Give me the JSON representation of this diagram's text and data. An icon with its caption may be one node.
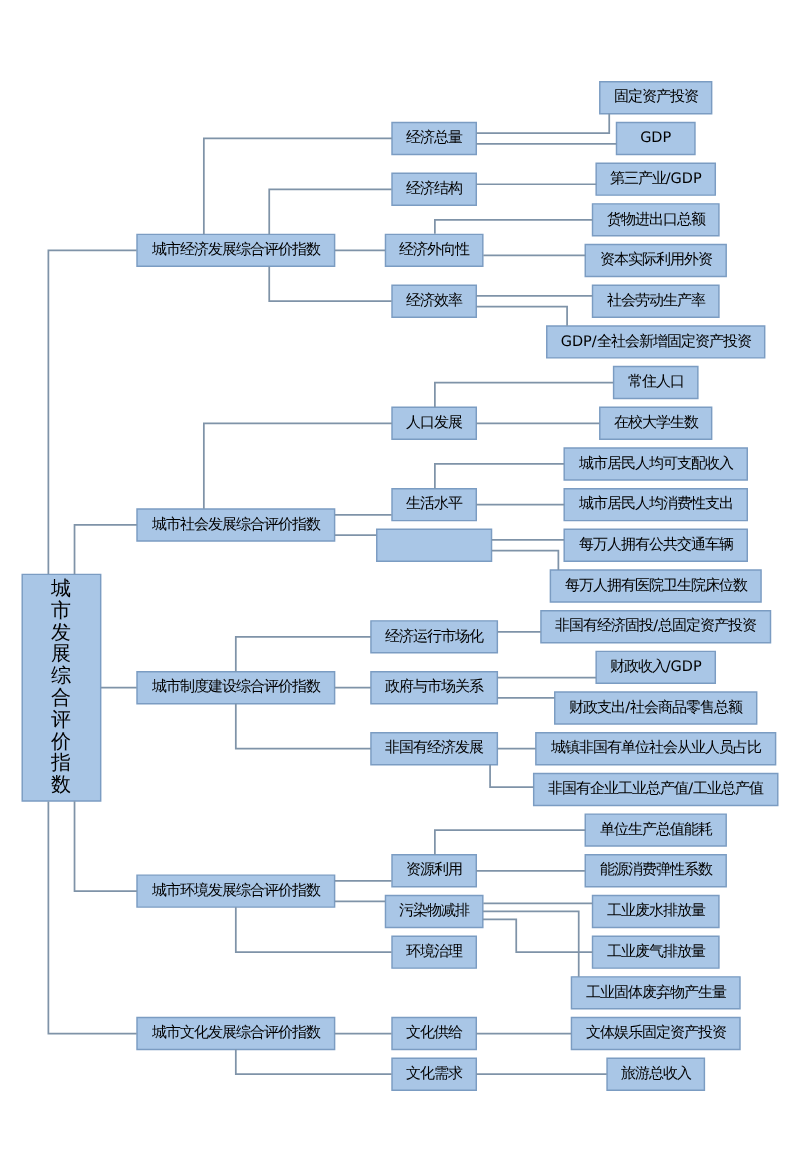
{
  "diagram": {
    "nodes": [
      {
        "text": [
          "城市发展综合评价指数"
        ]
      },
      {
        "text": [
          "城市经济发展综合评价指数"
        ]
      },
      {
        "text": [
          "经济总量"
        ]
      },
      {
        "text": [
          "固定资产投资"
        ]
      },
      {
        "text": [
          "GDP"
        ]
      },
      {
        "text": [
          "经济结构"
        ]
      },
      {
        "text": [
          "第三产业/GDP"
        ]
      },
      {
        "text": [
          "经济外向性"
        ]
      },
      {
        "text": [
          "货物进出口总额"
        ]
      },
      {
        "text": [
          "资本实际利用外资"
        ]
      },
      {
        "text": [
          "经济效率"
        ]
      },
      {
        "text": [
          "社会劳动生产率"
        ]
      },
      {
        "text": [
          "GDP/全社会新增固定资产投资"
        ]
      },
      {
        "text": [
          "城市社会发展综合评价指数"
        ]
      },
      {
        "text": [
          "人口发展"
        ]
      },
      {
        "text": [
          "常住人口"
        ]
      },
      {
        "text": [
          "在校大学生数"
        ]
      },
      {
        "text": [
          "生活水平"
        ]
      },
      {
        "text": [
          "城市居民人均可支配收入"
        ]
      },
      {
        "text": [
          "城市居民人均消费性支出"
        ]
      },
      {
        "text": [],
        "shape": "box"
      },
      {
        "text": [
          "每万人拥有公共交通车辆"
        ]
      },
      {
        "text": [
          "每万人拥有医院卫生院床位数"
        ]
      },
      {
        "text": [
          "城市制度建设综合评价指数"
        ]
      },
      {
        "text": [
          "经济运行市场化"
        ]
      },
      {
        "text": [
          "非国有经济固投/总固定资产投资"
        ]
      },
      {
        "text": [
          "政府与市场关系"
        ]
      },
      {
        "text": [
          "财政收入/GDP"
        ]
      },
      {
        "text": [
          "财政支出/社会商品零售总额"
        ]
      },
      {
        "text": [
          "非国有经济发展"
        ]
      },
      {
        "text": [
          "城镇非国有单位社会从业人员占比"
        ]
      },
      {
        "text": [
          "非国有企业工业总产值/工业总产值"
        ]
      },
      {
        "text": [
          "城市环境发展综合评价指数"
        ]
      },
      {
        "text": [
          "资源利用"
        ]
      },
      {
        "text": [
          "单位生产总值能耗"
        ]
      },
      {
        "text": [
          "能源消费弹性系数"
        ]
      },
      {
        "text": [
          "污染物减排"
        ]
      },
      {
        "text": [
          "工业废水排放量"
        ]
      },
      {
        "text": [
          "工业废气排放量"
        ]
      },
      {
        "text": [
          "工业固体废弃物产生量"
        ]
      },
      {
        "text": [
          "环境治理"
        ]
      },
      {
        "text": [
          "城市文化发展综合评价指数"
        ]
      },
      {
        "text": [
          "文化供给"
        ]
      },
      {
        "text": [
          "文体娱乐固定资产投资"
        ]
      },
      {
        "text": [
          "文化需求"
        ]
      },
      {
        "text": [
          "旅游总收入"
        ]
      }
    ],
    "edges": [
      {
        "from": 0,
        "to": 1,
        "arrow": "none"
      },
      {
        "from": 1,
        "to": 2,
        "arrow": "none"
      },
      {
        "from": 2,
        "to": 3,
        "arrow": "none"
      },
      {
        "from": 2,
        "to": 4,
        "arrow": "none"
      },
      {
        "from": 1,
        "to": 5,
        "arrow": "none"
      },
      {
        "from": 5,
        "to": 6,
        "arrow": "none"
      },
      {
        "from": 1,
        "to": 7,
        "arrow": "none"
      },
      {
        "from": 7,
        "to": 8,
        "arrow": "none"
      },
      {
        "from": 7,
        "to": 9,
        "arrow": "none"
      },
      {
        "from": 1,
        "to": 10,
        "arrow": "none"
      },
      {
        "from": 10,
        "to": 11,
        "arrow": "none"
      },
      {
        "from": 10,
        "to": 12,
        "arrow": "none"
      },
      {
        "from": 0,
        "to": 13,
        "arrow": "none"
      },
      {
        "from": 13,
        "to": 14,
        "arrow": "none"
      },
      {
        "from": 14,
        "to": 15,
        "arrow": "none"
      },
      {
        "from": 14,
        "to": 16,
        "arrow": "none"
      },
      {
        "from": 13,
        "to": 17,
        "arrow": "none"
      },
      {
        "from": 17,
        "to": 18,
        "arrow": "none"
      },
      {
        "from": 17,
        "to": 19,
        "arrow": "none"
      },
      {
        "from": 13,
        "to": 20,
        "arrow": "none"
      },
      {
        "from": 20,
        "to": 21,
        "arrow": "none"
      },
      {
        "from": 20,
        "to": 22,
        "arrow": "none"
      },
      {
        "from": 0,
        "to": 23,
        "arrow": "none"
      },
      {
        "from": 23,
        "to": 24,
        "arrow": "none"
      },
      {
        "from": 24,
        "to": 25,
        "arrow": "none"
      },
      {
        "from": 23,
        "to": 26,
        "arrow": "none"
      },
      {
        "from": 26,
        "to": 27,
        "arrow": "none"
      },
      {
        "from": 26,
        "to": 28,
        "arrow": "none"
      },
      {
        "from": 23,
        "to": 29,
        "arrow": "none"
      },
      {
        "from": 29,
        "to": 30,
        "arrow": "none"
      },
      {
        "from": 29,
        "to": 31,
        "arrow": "none"
      },
      {
        "from": 0,
        "to": 32,
        "arrow": "none"
      },
      {
        "from": 32,
        "to": 33,
        "arrow": "none"
      },
      {
        "from": 33,
        "to": 34,
        "arrow": "none"
      },
      {
        "from": 33,
        "to": 35,
        "arrow": "none"
      },
      {
        "from": 32,
        "to": 36,
        "arrow": "none"
      },
      {
        "from": 36,
        "to": 37,
        "arrow": "none"
      },
      {
        "from": 36,
        "to": 38,
        "arrow": "none"
      },
      {
        "from": 36,
        "to": 39,
        "arrow": "none"
      },
      {
        "from": 32,
        "to": 40,
        "arrow": "none"
      },
      {
        "from": 0,
        "to": 41,
        "arrow": "none"
      },
      {
        "from": 41,
        "to": 42,
        "arrow": "none"
      },
      {
        "from": 42,
        "to": 43,
        "arrow": "none"
      },
      {
        "from": 41,
        "to": 44,
        "arrow": "none"
      },
      {
        "from": 44,
        "to": 45,
        "arrow": "none"
      }
    ]
  }
}
